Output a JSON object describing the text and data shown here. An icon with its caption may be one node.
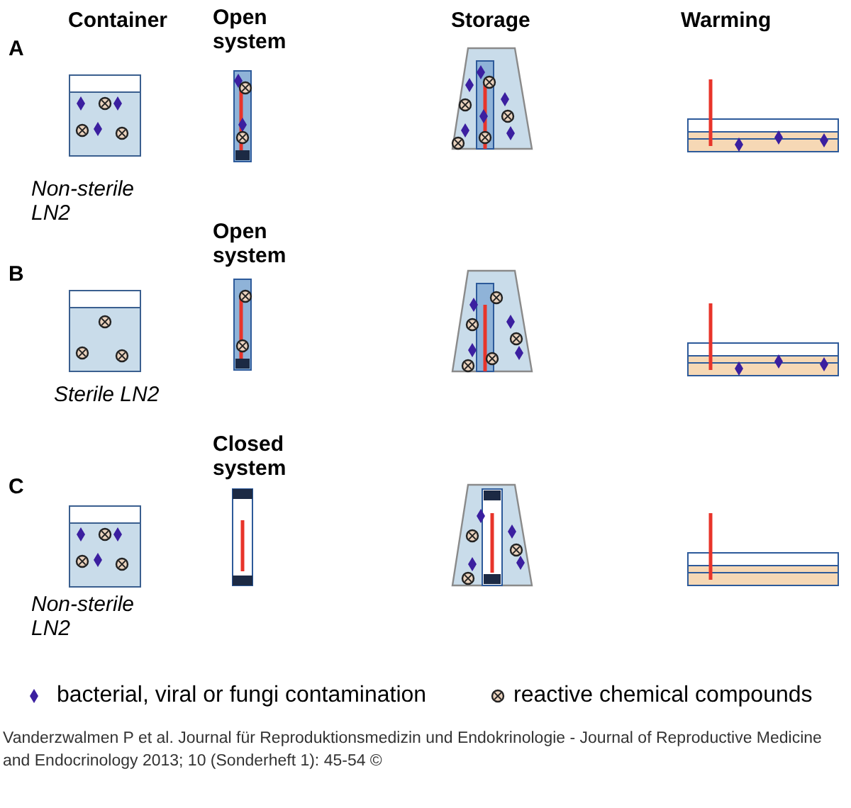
{
  "diagram": {
    "caption": "Vanderzwalmen P et al. Journal für Reproduktionsmedizin und Endokrinologie - Journal of Reproductive Medicine and Endocrinology 2013; 10 (Sonderheft 1): 45-54 ©",
    "labels": [
      "Container",
      "Open system",
      "Storage",
      "Warming",
      "A",
      "Non-sterile LN2",
      "Open system",
      "B",
      "Sterile LN2",
      "Closed system",
      "C",
      "Non-sterile LN2"
    ],
    "legend": [
      {
        "text": "bacterial, viral or fungi contamination"
      },
      {
        "text": "reactive chemical compounds"
      }
    ]
  }
}
